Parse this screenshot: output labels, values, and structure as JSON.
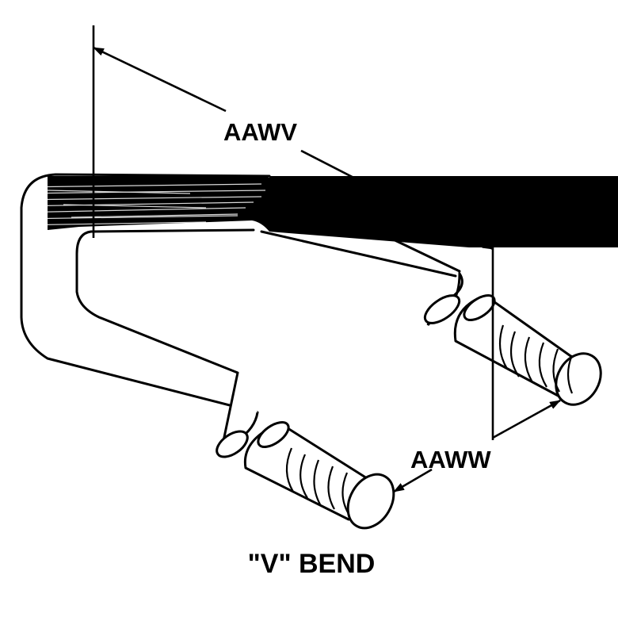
{
  "diagram": {
    "title": "\"V\" BEND",
    "dimensions": [
      {
        "label": "AAWV"
      },
      {
        "label": "AAWW"
      }
    ]
  },
  "colors": {
    "ink": "#000000",
    "paper": "#ffffff"
  }
}
